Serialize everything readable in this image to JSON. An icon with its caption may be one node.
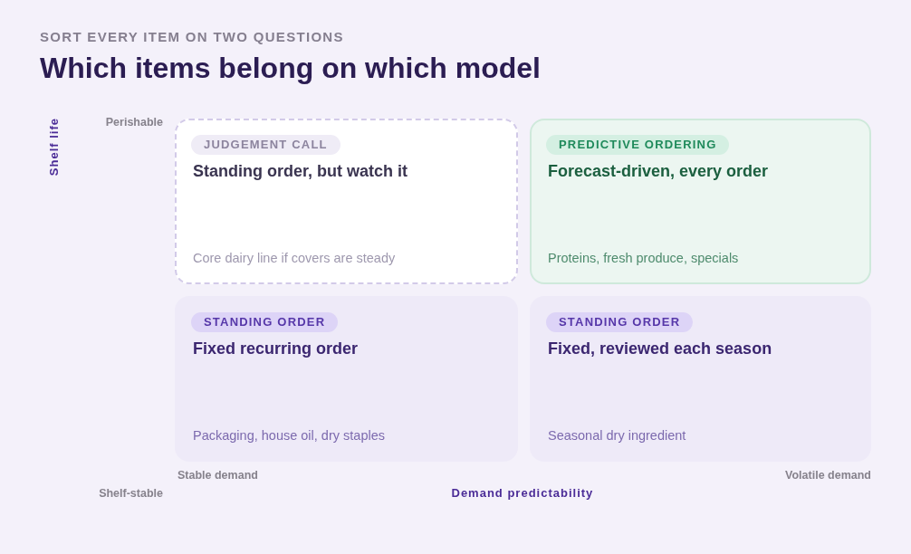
{
  "diagram": {
    "title": "Which items belong on which model",
    "nodes": [
      {
        "text": [
          "JUDGEMENT CALL",
          "Standing order, but watch it",
          "Core dairy line if covers are steady"
        ]
      },
      {
        "text": [
          "PREDICTIVE ORDERING",
          "Forecast-driven, every order",
          "Proteins, fresh produce, specials"
        ]
      },
      {
        "text": [
          "STANDING ORDER",
          "Fixed recurring order",
          "Packaging, house oil, dry staples"
        ]
      },
      {
        "text": [
          "STANDING ORDER",
          "Fixed, reviewed each season",
          "Seasonal dry ingredient"
        ]
      }
    ],
    "labels": [
      "SORT EVERY ITEM ON TWO QUESTIONS",
      "Shelf life",
      "Perishable",
      "Stable demand",
      "Volatile demand",
      "Shelf-stable",
      "Demand predictability"
    ]
  }
}
